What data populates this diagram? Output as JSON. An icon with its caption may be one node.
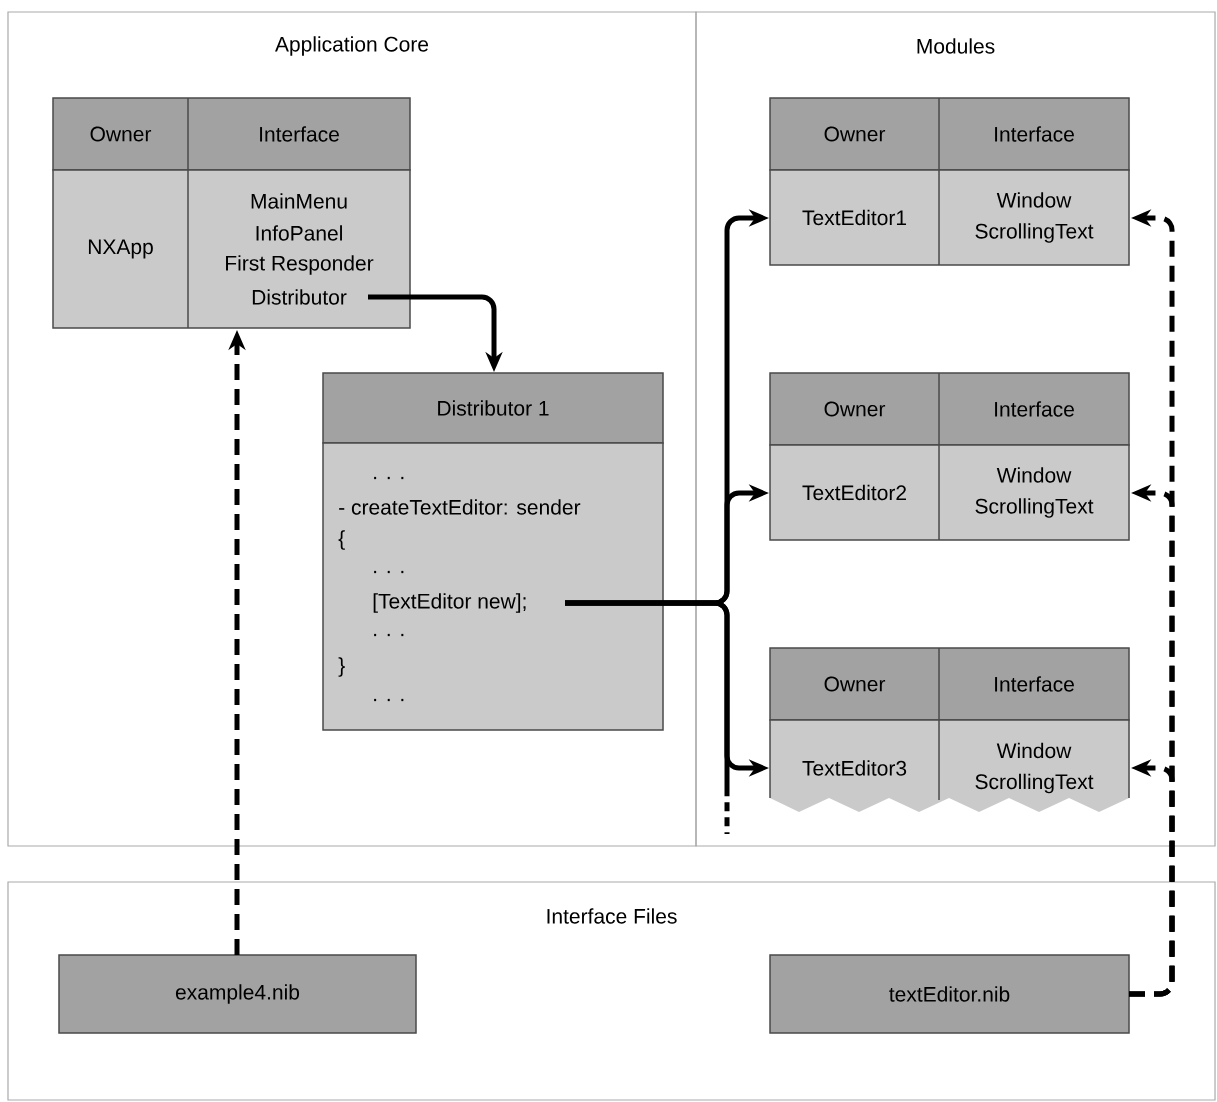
{
  "diagram": {
    "nodes": [
      {
        "text": [
          "Application Core"
        ]
      },
      {
        "text": [
          "Modules"
        ]
      },
      {
        "text": [
          "Interface Files"
        ]
      },
      {
        "text": [
          "Owner",
          "Interface",
          "NXApp",
          "MainMenu",
          "InfoPanel",
          "First Responder",
          "Distributor"
        ],
        "in": 0
      },
      {
        "text": [
          "Distributor 1",
          ". . .",
          "- createTextEditor: sender",
          "{",
          ". . .",
          "[TextEditor new];",
          ". . .",
          "}",
          ". . ."
        ],
        "in": 0
      },
      {
        "text": [
          "Owner",
          "Interface",
          "TextEditor1",
          "Window ScrollingText"
        ],
        "in": 1
      },
      {
        "text": [
          "Owner",
          "Interface",
          "TextEditor2",
          "Window ScrollingText"
        ],
        "in": 1
      },
      {
        "text": [
          "Owner",
          "Interface",
          "TextEditor3",
          "Window ScrollingText"
        ],
        "in": 1
      },
      {
        "text": [
          "example4.nib"
        ],
        "in": 2
      },
      {
        "text": [
          "textEditor.nib"
        ],
        "in": 2
      }
    ],
    "edges": [
      {
        "from": 8,
        "to": 3,
        "arrow": "to",
        "style": "dashed"
      },
      {
        "from": 3,
        "to": 4,
        "arrow": "to"
      },
      {
        "from": 4,
        "to": 5,
        "arrow": "to"
      },
      {
        "from": 4,
        "to": 6,
        "arrow": "to"
      },
      {
        "from": 4,
        "to": 7,
        "arrow": "to"
      },
      {
        "from": 4,
        "to": 1,
        "arrow": "none",
        "style": "dashed"
      },
      {
        "from": 9,
        "to": 5,
        "arrow": "to",
        "style": "dashed"
      },
      {
        "from": 9,
        "to": 6,
        "arrow": "to",
        "style": "dashed"
      },
      {
        "from": 9,
        "to": 7,
        "arrow": "to",
        "style": "dashed"
      }
    ]
  }
}
